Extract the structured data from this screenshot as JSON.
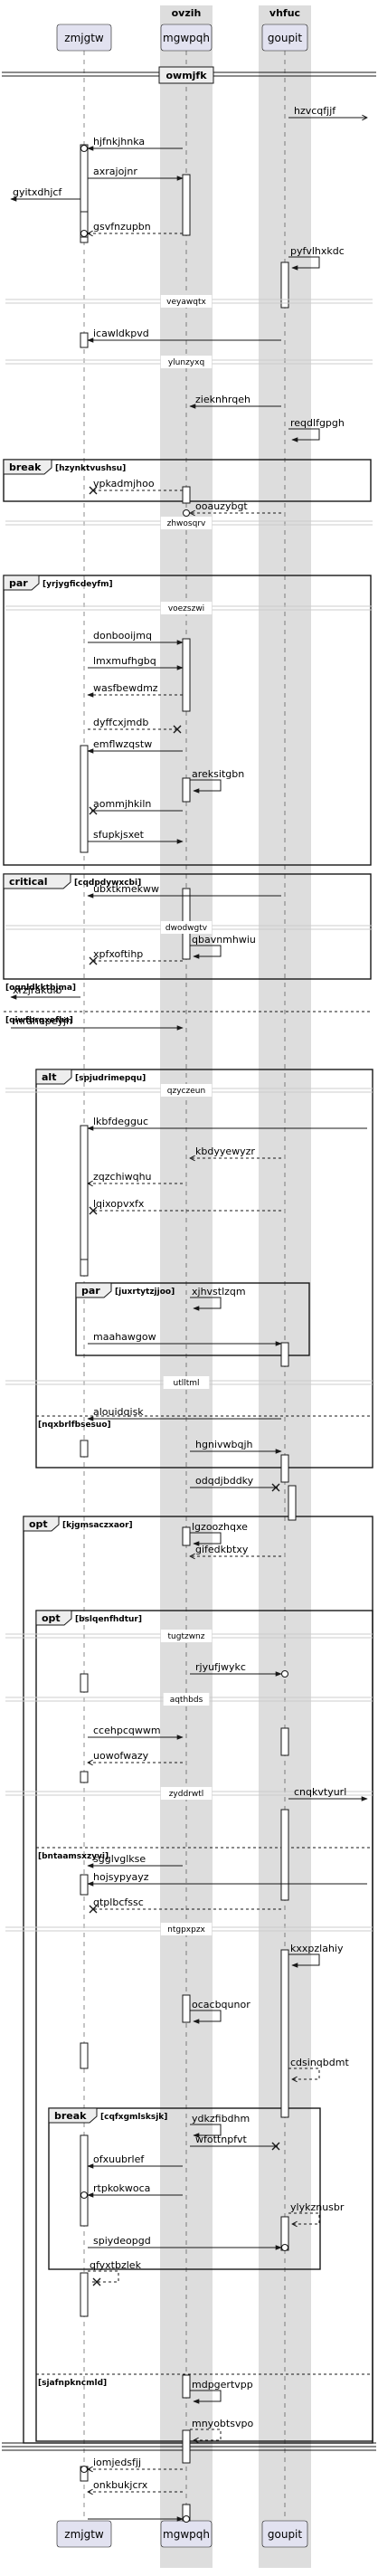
{
  "boxes": [
    {
      "label": "ovzih"
    },
    {
      "label": "vhfuc"
    }
  ],
  "participants": [
    {
      "label": "zmjgtw"
    },
    {
      "label": "mgwpqh"
    },
    {
      "label": "goupit"
    }
  ],
  "title_group": {
    "label": "owmjfk"
  },
  "dividers": [
    "veyawqtx",
    "ylunzyxq",
    "zhwosqrv",
    "voezszwi",
    "dwodwgtv",
    "qzyczeun",
    "utlltml",
    "tugtzwnz",
    "aqthbds",
    "zyddrwtl",
    "ntgpxpzx"
  ],
  "messages": [
    "hzvcqfjjf",
    "hjfnkjhnka",
    "axrajojnr",
    "gyitxdhjcf",
    "gsvfnzupbn",
    "pyfvlhxkdc",
    "icawldkpvd",
    "zieknhrqeh",
    "reqdlfgpgh",
    "vpkadmjhoo",
    "ooauzybgt",
    "donbooijmq",
    "lmxmufhgbq",
    "wasfbewdmz",
    "dyffcxjmdb",
    "emflwzqstw",
    "areksitgbn",
    "aommjhkiln",
    "sfupkjsxet",
    "ubxtkmekww",
    "qbavnmhwiu",
    "xpfxoftihp",
    "xrzjrakdlb",
    "mrahepeyjh",
    "lkbfdegguc",
    "kbdyyewyzr",
    "zqzchiwqhu",
    "lqixopvxfx",
    "xjhvstlzqm",
    "maahawgow",
    "alouidqisk",
    "hgnivwbqjh",
    "odqdjbddky",
    "lgzoozhqxe",
    "gifedkbtxy",
    "rjyufjwykc",
    "ccehpcqwwm",
    "uowofwazy",
    "cnqkvtyurl",
    "sgglvglkse",
    "hojsypyayz",
    "qtplbcfssc",
    "kxxpzlahiy",
    "ocacbqunor",
    "cdsinqbdmt",
    "ydkzfibdhm",
    "wfottnpfvt",
    "ofxuubrlef",
    "rtpkokwoca",
    "ylykznusbr",
    "spiydeopgd",
    "qfyxtbzlek",
    "mdpgertvpp",
    "mnyobtsvpo",
    "iomjedsfjj",
    "onkbukjcrx"
  ],
  "fragments": [
    {
      "keyword": "break",
      "condition": "[hzynktvushsu]"
    },
    {
      "keyword": "par",
      "condition": "[yrjygficdeyfm]"
    },
    {
      "keyword": "critical",
      "condition": "[cqdpdywxcbi]"
    },
    {
      "keyword": "",
      "condition": "[oqnldkktbjma]"
    },
    {
      "keyword": "",
      "condition": "[qiwfbrqxefhs]"
    },
    {
      "keyword": "alt",
      "condition": "[spjudrimepqu]"
    },
    {
      "keyword": "par",
      "condition": "[juxrtytzjjoo]"
    },
    {
      "keyword": "",
      "condition": "[nqxbrlfbsesuo]"
    },
    {
      "keyword": "opt",
      "condition": "[kjgmsaczxaor]"
    },
    {
      "keyword": "opt",
      "condition": "[bslqenfhdtur]"
    },
    {
      "keyword": "",
      "condition": "[bntaamsxzyvi]"
    },
    {
      "keyword": "break",
      "condition": "[cqfxgmlsksjk]"
    },
    {
      "keyword": "",
      "condition": "[sjafnpkncmld]"
    }
  ],
  "colors": {
    "participant_fill": "#e2e2f0",
    "participant_stroke": "#181818",
    "box_fill": "#dddddd",
    "line": "#181818",
    "lifeline": "#181818"
  }
}
